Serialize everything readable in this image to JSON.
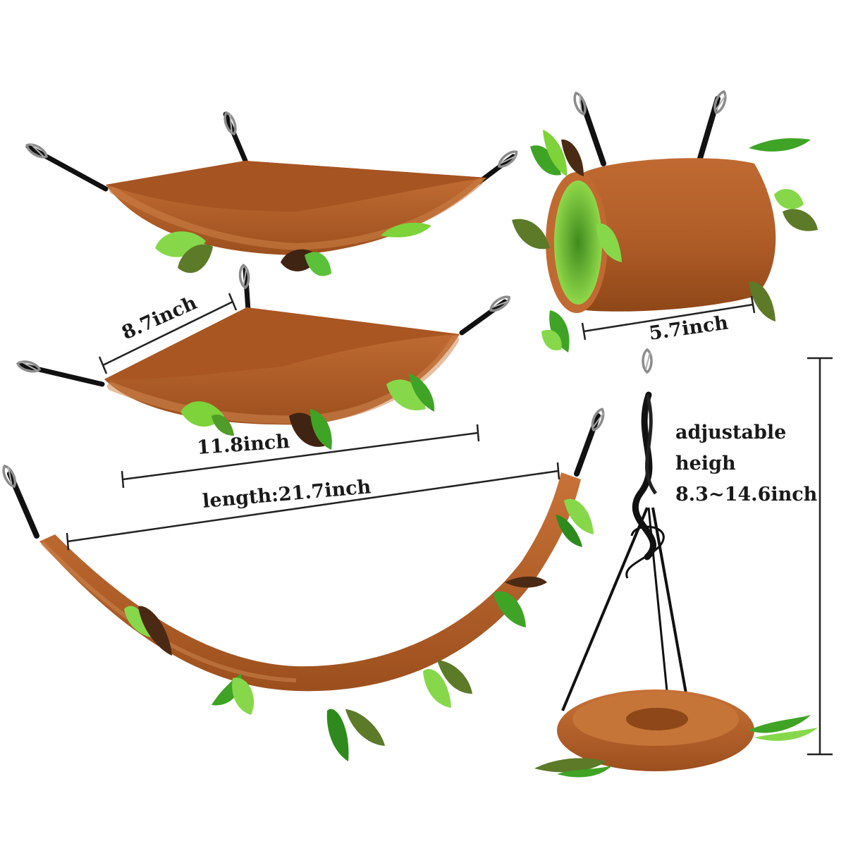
{
  "colors": {
    "fur": "#b5602a",
    "fur_dark": "#8e4718",
    "fur_light": "#c8733a",
    "leaf_light": "#7ed23a",
    "leaf_mid": "#3fa326",
    "leaf_dark": "#5a7a2a",
    "leaf_brown": "#4a2a14",
    "tunnel_inner": "#8fd84a",
    "rope": "#111111",
    "clip": "#9a9a9a"
  },
  "labels": {
    "small_hammock_width": "8.7inch",
    "large_hammock_width": "11.8inch",
    "tunnel_length": "5.7inch",
    "vine_length": "length:21.7inch",
    "swing_height_line1": "adjustable",
    "swing_height_line2": "heigh",
    "swing_height_line3": "8.3~14.6inch"
  }
}
